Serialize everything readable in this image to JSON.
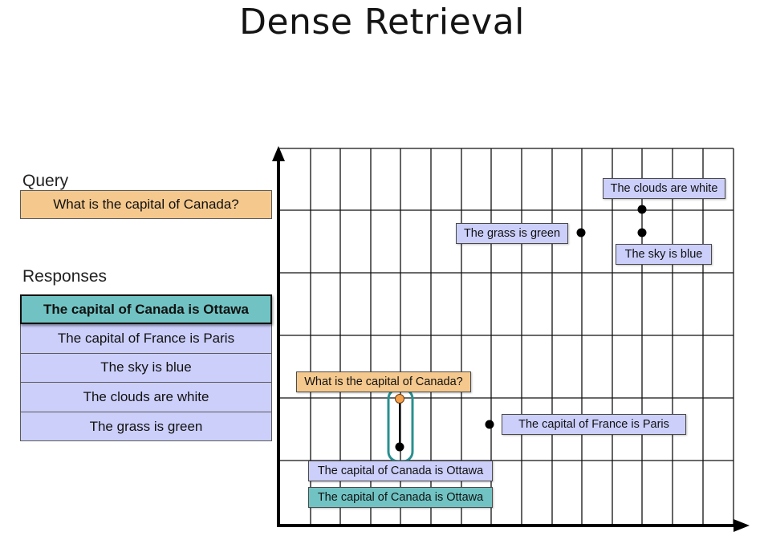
{
  "title": "Dense Retrieval",
  "query": {
    "label": "Query",
    "text": "What is the capital of Canada?"
  },
  "responses": {
    "label": "Responses",
    "items": [
      "The capital of Canada is Ottawa",
      "The capital of France is Paris",
      "The sky is blue",
      "The clouds are white",
      "The grass is green"
    ]
  },
  "embedding_plot": {
    "labels": {
      "clouds": "The clouds are white",
      "grass": "The grass is green",
      "sky": "The sky is blue",
      "query": "What is the capital of Canada?",
      "france": "The capital of France is Paris",
      "canada": "The capital of Canada is Ottawa",
      "canada_match": "The capital of Canada is Ottawa"
    }
  },
  "colors": {
    "query": "#f5c98e",
    "response": "#cccffa",
    "match": "#71c3c3",
    "highlight_outline": "#2a8f8f"
  }
}
